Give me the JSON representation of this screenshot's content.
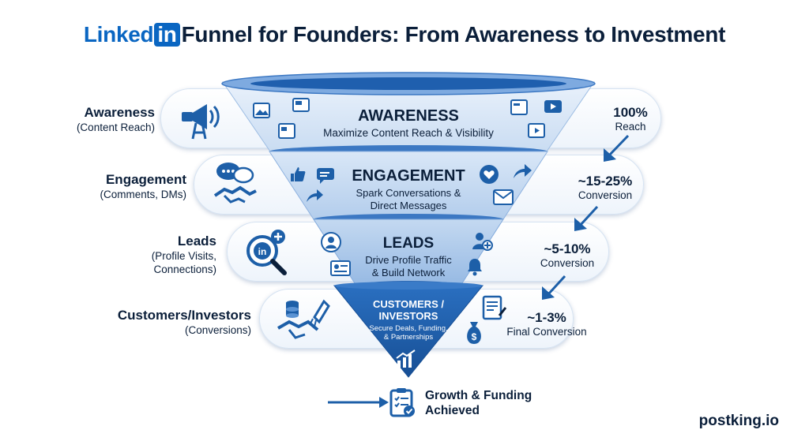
{
  "title": {
    "brand_word": "Linked",
    "brand_badge": "in",
    "rest": "Funnel for Founders: From Awareness to Investment"
  },
  "stages": [
    {
      "label": "Awareness",
      "sublabel_lines": [
        "(Content Reach)"
      ],
      "heading": "AWARENESS",
      "description_lines": [
        "Maximize Content Reach & Visibility"
      ],
      "metric": "100%",
      "metric_sub": "Reach",
      "icon": "megaphone-icon"
    },
    {
      "label": "Engagement",
      "sublabel_lines": [
        "(Comments, DMs)"
      ],
      "heading": "ENGAGEMENT",
      "description_lines": [
        "Spark Conversations &",
        "Direct Messages"
      ],
      "metric": "~15-25%",
      "metric_sub": "Conversion",
      "icon": "handshake-chat-icon"
    },
    {
      "label": "Leads",
      "sublabel_lines": [
        "(Profile Visits,",
        "Connections)"
      ],
      "heading": "LEADS",
      "description_lines": [
        "Drive Profile Traffic",
        "& Build Network"
      ],
      "metric": "~5-10%",
      "metric_sub": "Conversion",
      "icon": "search-profile-icon"
    },
    {
      "label": "Customers/Investors",
      "sublabel_lines": [
        "(Conversions)"
      ],
      "heading_lines": [
        "CUSTOMERS /",
        "INVESTORS"
      ],
      "description_lines": [
        "Secure Deals, Funding,",
        "& Partnerships"
      ],
      "metric": "~1-3%",
      "metric_sub": "Final Conversion",
      "icon": "deal-rocket-icon"
    }
  ],
  "goal": {
    "lines": [
      "Growth & Funding",
      "Achieved"
    ],
    "icon": "checklist-icon"
  },
  "footer": "postking.io",
  "colors": {
    "dark_blue": "#1d5fa8",
    "mid_blue": "#5b93d3",
    "light_blue": "#cfe0f4",
    "text": "#0b1f3a",
    "brand": "#0a66c2"
  }
}
